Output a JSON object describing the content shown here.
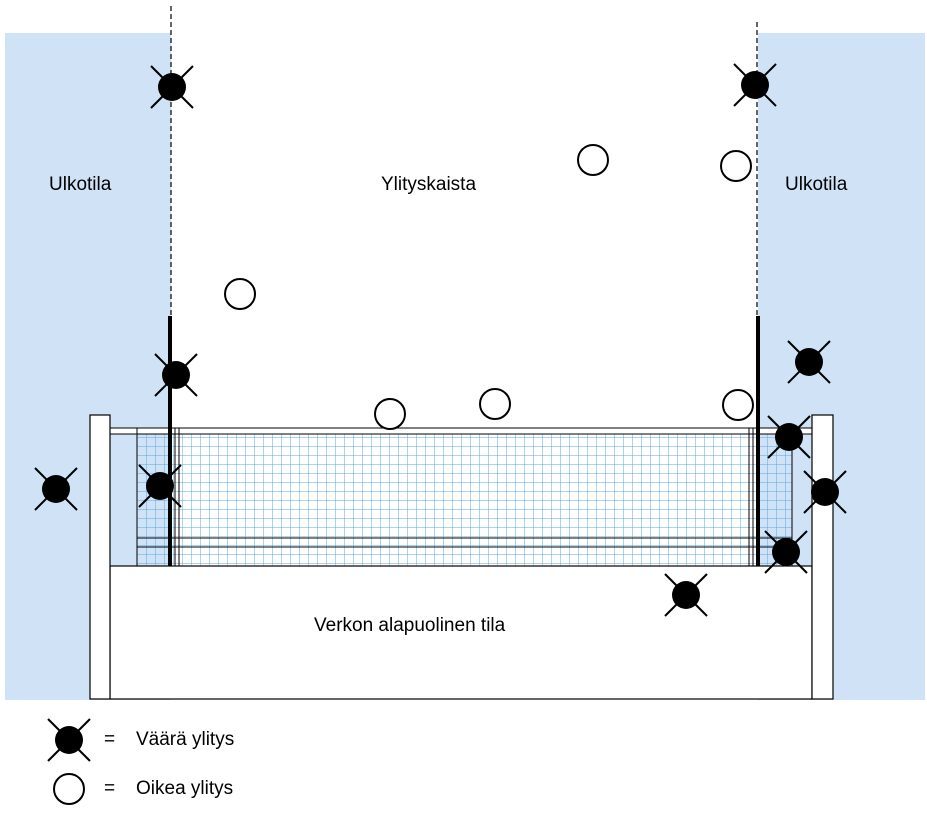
{
  "zones": {
    "outside_left": "Ulkotila",
    "outside_right": "Ulkotila",
    "crossing_space": "Ylityskaista",
    "under_net": "Verkon alapuolinen tila"
  },
  "legend": {
    "wrong": {
      "symbol": "filled-circle-x-icon",
      "eq": "=",
      "label": "Väärä ylitys"
    },
    "correct": {
      "symbol": "open-circle-icon",
      "eq": "=",
      "label": "Oikea ylitys"
    }
  },
  "colors": {
    "outside_zone": "#cfe2f6",
    "net_grid": "#5aa9e0",
    "marker_fill": "#000000",
    "line": "#000000"
  }
}
